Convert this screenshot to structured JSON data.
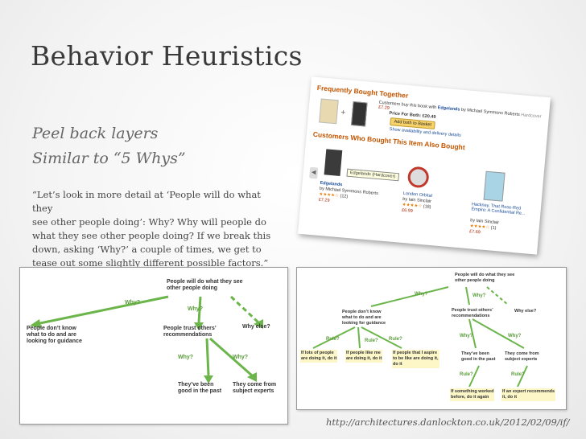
{
  "slide": {
    "title": "Behavior Heuristics",
    "subtitle1": "Peel back layers",
    "subtitle2": "Similar to “5 Whys”",
    "quote_lines": [
      "“Let’s look in more detail at ‘People will do what they",
      "see other people doing’: Why? Why will people do",
      "what they see other people doing? If we break this",
      "down, asking ‘Why?’ a couple of times, we get to",
      "tease out some slightly different possible factors.”"
    ],
    "url": "http://architectures.danlockton.co.uk/2012/02/09/if/"
  },
  "screenshot": {
    "fbt_heading": "Frequently Bought Together",
    "fbt_line": "Customers buy this book with",
    "fbt_book": "Edgelands",
    "fbt_author": "by Michael Symmons Roberts",
    "fbt_format": "Hardcover",
    "fbt_price": "£7.29",
    "price_both": "Price For Both: £20.49",
    "add_button": "Add both to Basket",
    "availability": "Show availability and delivery details",
    "also_heading": "Customers Who Bought This Item Also Bought",
    "tooltip": "Edgelands (Hardcover)",
    "items": [
      {
        "title": "Edgelands",
        "author": "by Michael Symmons Roberts",
        "rating": "(12)",
        "price": "£7.29"
      },
      {
        "title": "London Orbital",
        "author": "by Iain Sinclair",
        "rating": "(18)",
        "price": "£6.99"
      },
      {
        "title": "Hackney, That Rose-Red Empire: A Confidential Re...",
        "author": "by Iain Sinclair",
        "rating": "(1)",
        "price": "£7.69"
      }
    ]
  },
  "diagram_left": {
    "root": [
      "People will do what they see",
      "other people doing"
    ],
    "why1": "Why?",
    "why2": "Why?",
    "why_else": "Why else?",
    "node_a": [
      "People don’t know",
      "what to do and are",
      "looking for guidance"
    ],
    "node_b": [
      "People trust others’",
      "recommendations"
    ],
    "why3": "Why?",
    "why4": "Why?",
    "leaf1": [
      "They’ve been",
      "good in the past"
    ],
    "leaf2": [
      "They come from",
      "subject experts"
    ]
  },
  "diagram_right": {
    "root": [
      "People will do what they see",
      "other people doing"
    ],
    "why1": "Why?",
    "why2": "Why?",
    "why_else": "Why else?",
    "node_a": [
      "People don’t know",
      "what to do and are",
      "looking for guidance"
    ],
    "node_b": [
      "People trust others’",
      "recommendations"
    ],
    "rule_labels": [
      "Rule?",
      "Rule?",
      "Rule?"
    ],
    "why3": "Why?",
    "why4": "Why?",
    "rule_leaves": [
      [
        "If lots of people",
        "are doing it, do it"
      ],
      [
        "If people like me",
        "are doing it, do it"
      ],
      [
        "If people that I aspire",
        "to be like are doing it,",
        "do it"
      ]
    ],
    "leaf1": [
      "They’ve been",
      "good in the past"
    ],
    "leaf2": [
      "They come from",
      "subject experts"
    ],
    "rule4": "Rule?",
    "rule5": "Rule?",
    "leaf3": [
      "If something worked",
      "before, do it again"
    ],
    "leaf4": [
      "If an expert recommends",
      "it, do it"
    ]
  }
}
